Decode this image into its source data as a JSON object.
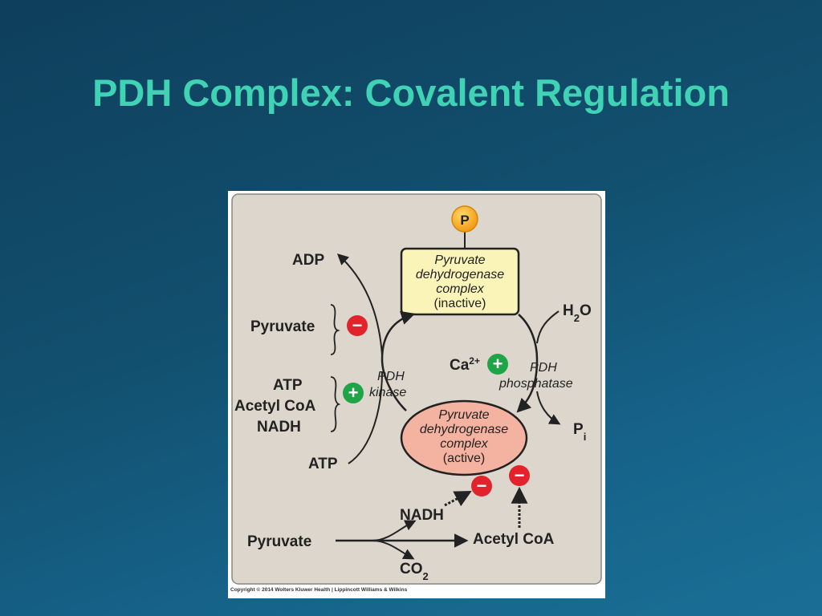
{
  "slide": {
    "title": "PDH Complex: Covalent Regulation"
  },
  "diagram": {
    "phosphate": "P",
    "inactive_complex": [
      "Pyruvate",
      "dehydrogenase",
      "complex",
      "(inactive)"
    ],
    "active_complex": [
      "Pyruvate",
      "dehydrogenase",
      "complex",
      "(active)"
    ],
    "kinase": [
      "PDH",
      "kinase"
    ],
    "phosphatase": [
      "PDH",
      "phosphatase"
    ],
    "adp": "ADP",
    "atp_bottom": "ATP",
    "pyruvate_inhibitor": "Pyruvate",
    "activators": [
      "ATP",
      "Acetyl CoA",
      "NADH"
    ],
    "water": "H",
    "water_sub": "2",
    "water_end": "O",
    "calcium": "Ca",
    "calcium_sup": "2+",
    "pi": "P",
    "pi_sub": "i",
    "nadh": "NADH",
    "pyruvate_substrate": "Pyruvate",
    "acetyl_coa": "Acetyl CoA",
    "co2": "CO",
    "co2_sub": "2",
    "plus": "+",
    "minus": "−"
  },
  "copyright": "Copyright © 2014 Wolters Kluwer Health | Lippincott Williams & Wilkins",
  "colors": {
    "title": "#3fd2b4",
    "panel": "#dcd6cc",
    "inactive_box": "#fbf4b8",
    "active_ellipse": "#f4b3a0",
    "phosphate": "#f6a81e",
    "plus": "#1fa447",
    "minus": "#e2232b"
  }
}
